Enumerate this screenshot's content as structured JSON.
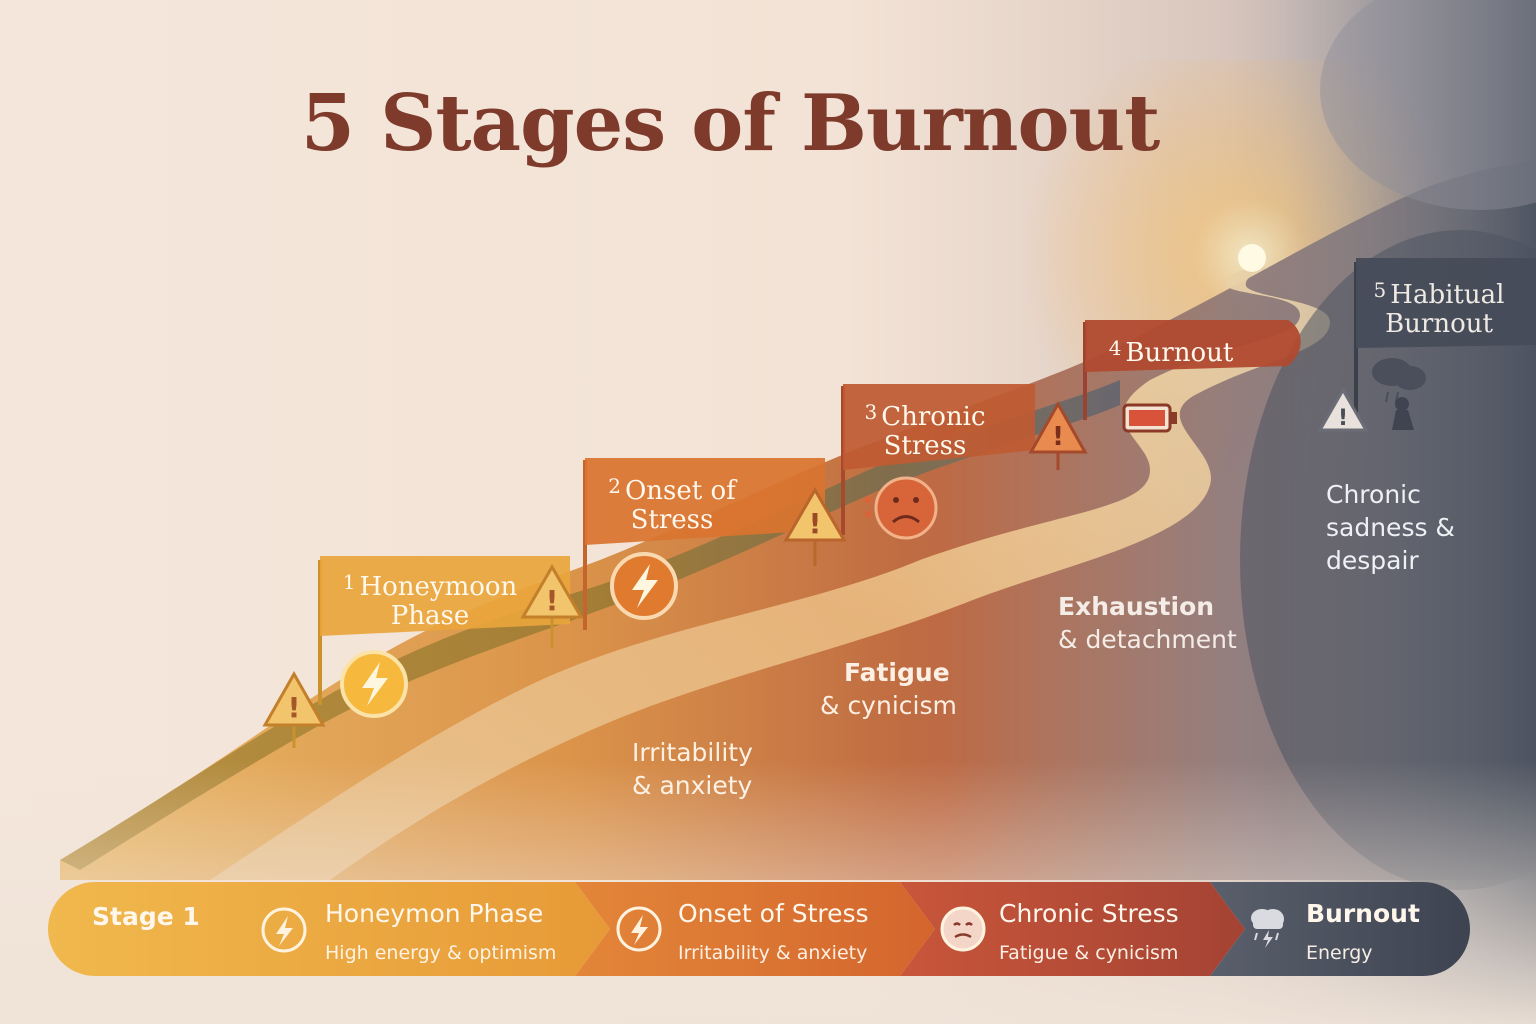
{
  "title": "5 Stages of Burnout",
  "colors": {
    "stage1": "#e9a53c",
    "stage2": "#d9742f",
    "stage3": "#b9502f",
    "stage4": "#b04a30",
    "stage5": "#464c58",
    "title": "#7e3a2b"
  },
  "flags": [
    {
      "num": "1",
      "line1": "Honeymoon",
      "line2": "Phase"
    },
    {
      "num": "2",
      "line1": "Onset of",
      "line2": "Stress"
    },
    {
      "num": "3",
      "line1": "Chronic",
      "line2": "Stress"
    },
    {
      "num": "4",
      "line1": "Burnout",
      "line2": ""
    },
    {
      "num": "5",
      "line1": "Habitual",
      "line2": "Burnout"
    }
  ],
  "descriptions": [
    {
      "line1": "Irritability",
      "line2": "& anxiety"
    },
    {
      "line1": "Fatigue",
      "line2": "& cynicism"
    },
    {
      "line1": "Exhaustion",
      "line2": "& detachment"
    },
    {
      "line1": "Chronic",
      "line2": "sadness &",
      "line3": "despair"
    }
  ],
  "stage_bar": {
    "label": "Stage 1",
    "segments": [
      {
        "title": "Honeymon Phase",
        "subtitle": "High energy & optimism",
        "icon": "lightning-icon"
      },
      {
        "title": "Onset of Stress",
        "subtitle": "Irritability & anxiety",
        "icon": "lightning-icon"
      },
      {
        "title": "Chronic Stress",
        "subtitle": "Fatigue & cynicism",
        "icon": "sad-face-icon"
      },
      {
        "title": "Burnout",
        "subtitle": "Energy",
        "icon": "storm-cloud-icon"
      }
    ]
  }
}
